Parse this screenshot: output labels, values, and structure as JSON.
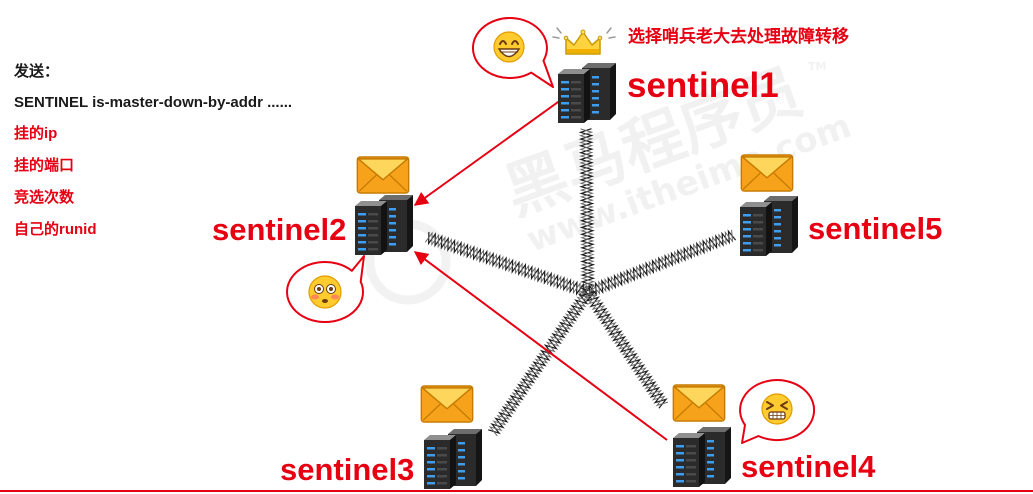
{
  "message": {
    "heading": "发送：",
    "command": "SENTINEL is-master-down-by-addr ......",
    "fields": [
      "挂的ip",
      "挂的端口",
      "竞选次数",
      "自己的runid"
    ]
  },
  "leader_note": "选择哨兵老大去处理故障转移",
  "sentinel_labels": {
    "s1": "sentinel1",
    "s2": "sentinel2",
    "s3": "sentinel3",
    "s4": "sentinel4",
    "s5": "sentinel5"
  },
  "watermark": {
    "brand": "黑马程序员",
    "trademark": "TM",
    "site": "www.itheima.com"
  },
  "icons": {
    "server": "server-rack-icon",
    "message": "envelope-icon",
    "leader": "crown-icon",
    "sentinel1_mood": "grinning-face-icon",
    "sentinel2_mood": "flushed-face-icon",
    "sentinel4_mood": "anguished-face-icon"
  },
  "colors": {
    "accent_red": "#e60012",
    "text_dark": "#1a1a1a",
    "envelope_orange": "#f7a21b",
    "crown_gold": "#ffd23f",
    "server_body": "#2b2b2b",
    "server_led": "#3d9ef0"
  }
}
